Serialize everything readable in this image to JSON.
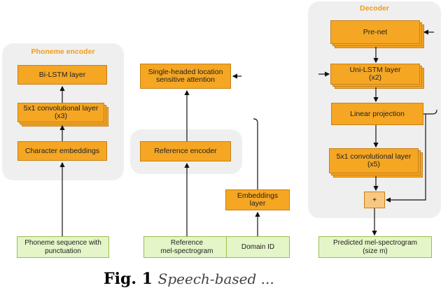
{
  "groups": {
    "phoneme_encoder": "Phoneme encoder",
    "decoder": "Decoder"
  },
  "boxes": {
    "bi_lstm": "Bi-LSTM layer",
    "conv_enc": "5x1 convolutional layer\n(x3)",
    "char_emb": "Character embeddings",
    "attention": "Single-headed location\nsensitive attention",
    "ref_encoder": "Reference encoder",
    "embeddings_layer": "Embeddings\nlayer",
    "prenet": "Pre-net",
    "uni_lstm": "Uni-LSTM layer\n(x2)",
    "linear": "Linear projection",
    "conv_dec": "5x1 convolutional layer\n(x5)",
    "sum": "+"
  },
  "inputs": {
    "phoneme_seq": "Phoneme sequence with\npunctuation",
    "ref_mel": "Reference\nmel-spectrogram",
    "domain_id": "Domain ID",
    "predicted": "Predicted mel-spectrogram\n(size m)"
  },
  "caption": {
    "label": "Fig. 1",
    "text": "Speech-based ..."
  }
}
